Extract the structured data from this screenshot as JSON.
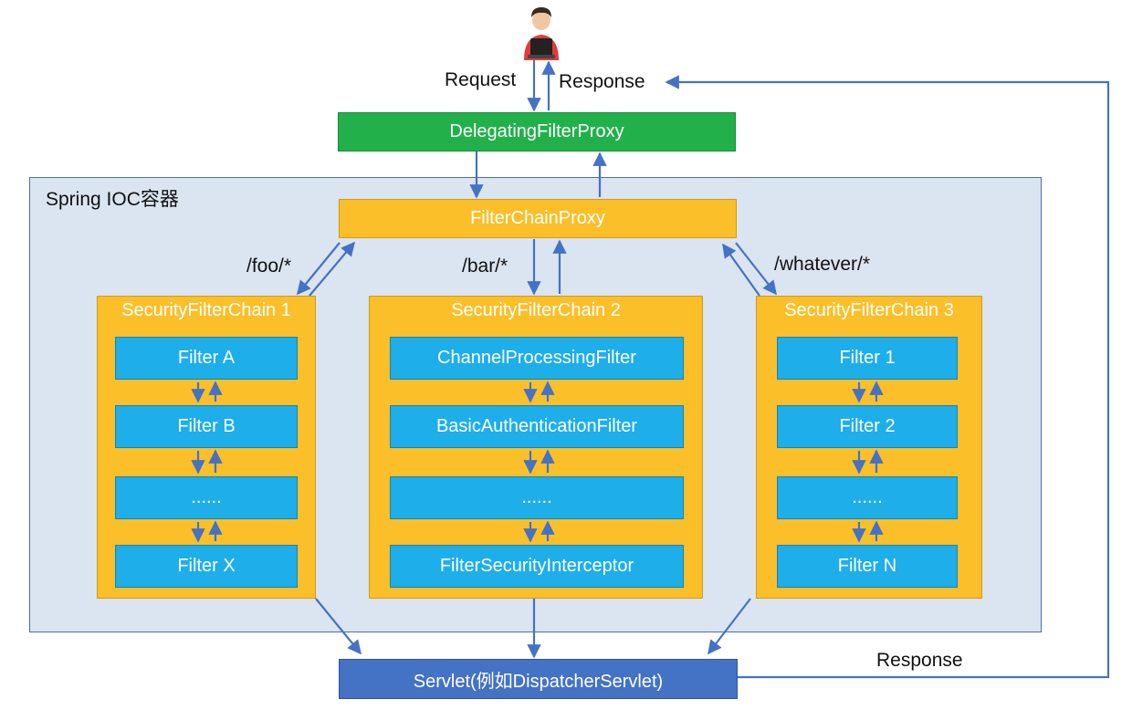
{
  "top": {
    "request_label": "Request",
    "response_label": "Response",
    "proxy_label": "DelegatingFilterProxy",
    "user_icon": "user-laptop-icon"
  },
  "container": {
    "label": "Spring IOC容器",
    "filter_chain_proxy": "FilterChainProxy",
    "paths": [
      "/foo/*",
      "/bar/*",
      "/whatever/*"
    ],
    "chains": [
      {
        "title": "SecurityFilterChain 1",
        "filters": [
          "Filter A",
          "Filter B",
          "......",
          "Filter X"
        ]
      },
      {
        "title": "SecurityFilterChain 2",
        "filters": [
          "ChannelProcessingFilter",
          "BasicAuthenticationFilter",
          "......",
          "FilterSecurityInterceptor"
        ]
      },
      {
        "title": "SecurityFilterChain 3",
        "filters": [
          "Filter 1",
          "Filter 2",
          "......",
          "Filter N"
        ]
      }
    ]
  },
  "bottom": {
    "servlet_label": "Servlet(例如DispatcherServlet)",
    "response_label": "Response"
  },
  "colors": {
    "proxy": "#22b04b",
    "filter_chain": "#fbbf2a",
    "filter": "#1eaeea",
    "servlet": "#4472c4",
    "container": "#dbe4f1",
    "arrow": "#4472c4"
  }
}
